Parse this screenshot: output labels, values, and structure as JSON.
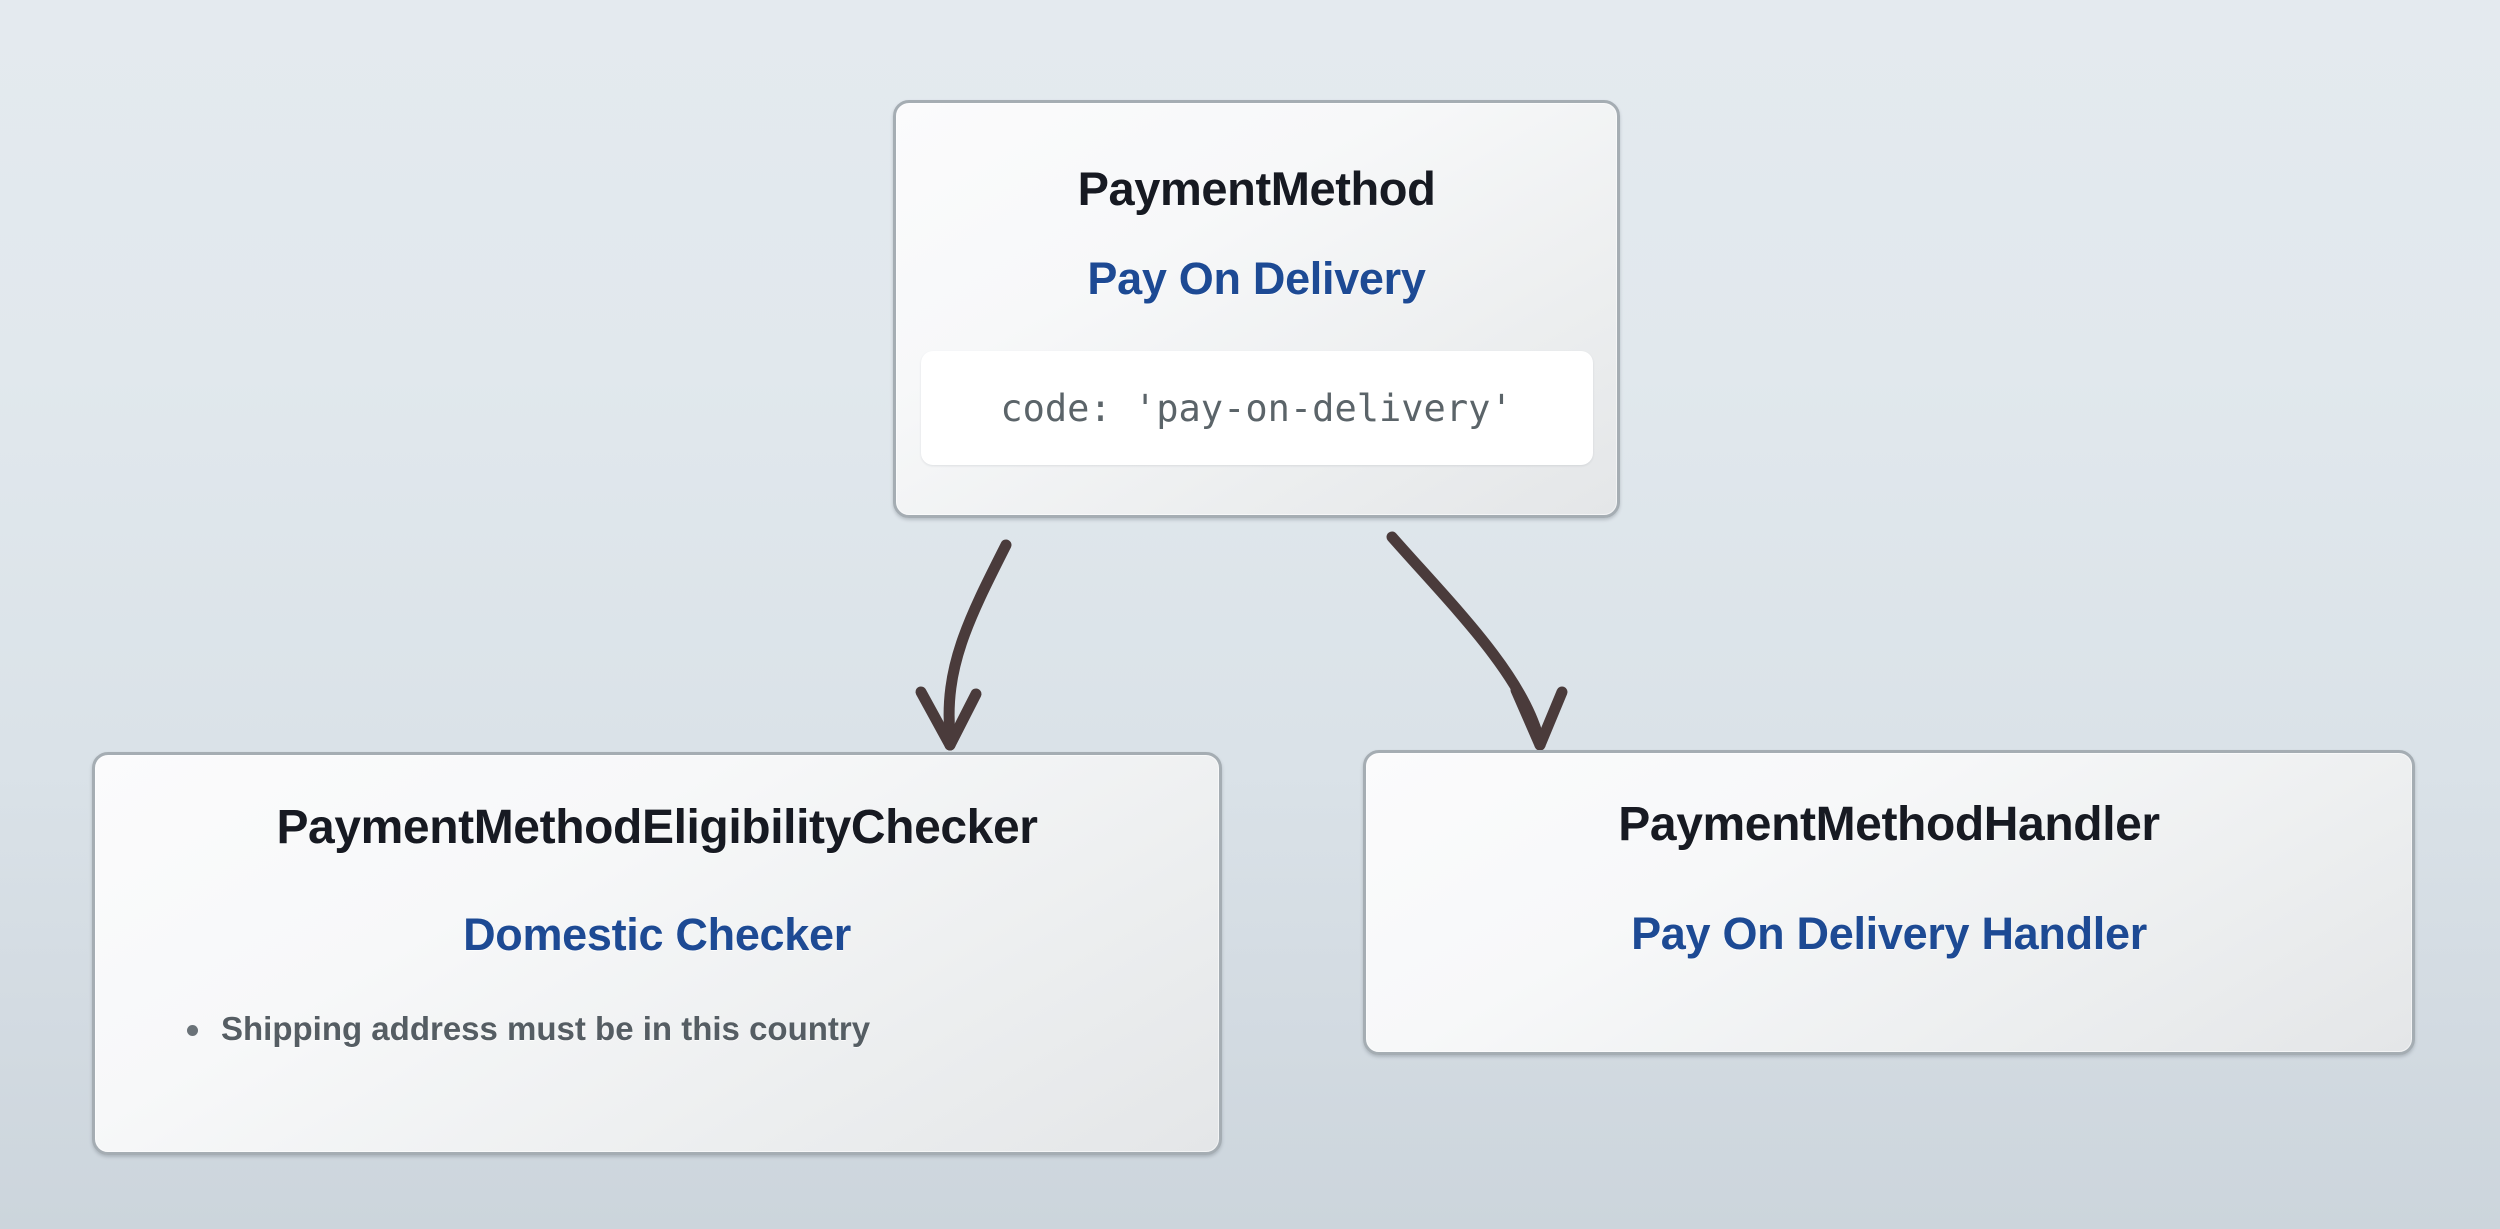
{
  "diagram": {
    "type": "flow-hierarchy",
    "background": {
      "gradient_top": "#e4eaef",
      "gradient_bottom": "#ccd5dc"
    },
    "palette": {
      "title_color": "#171a22",
      "subtitle_color": "#1d4a94",
      "code_text_color": "#5b6469",
      "rule_text_color": "#555d63",
      "arrow_color": "#4a3b3b",
      "card_border": "#a5adb3"
    },
    "nodes": [
      {
        "id": "payment-method",
        "title": "PaymentMethod",
        "subtitle": "Pay On Delivery",
        "code": "code: 'pay-on-delivery'"
      },
      {
        "id": "eligibility-checker",
        "title": "PaymentMethodEligibilityChecker",
        "subtitle": "Domestic Checker",
        "rules": [
          "Shipping address must be in this country"
        ]
      },
      {
        "id": "payment-handler",
        "title": "PaymentMethodHandler",
        "subtitle": "Pay On Delivery Handler"
      }
    ],
    "edges": [
      {
        "id": "edge-left",
        "from": "payment-method",
        "to": "eligibility-checker",
        "style": "curved-arrow"
      },
      {
        "id": "edge-right",
        "from": "payment-method",
        "to": "payment-handler",
        "style": "curved-arrow"
      }
    ]
  }
}
